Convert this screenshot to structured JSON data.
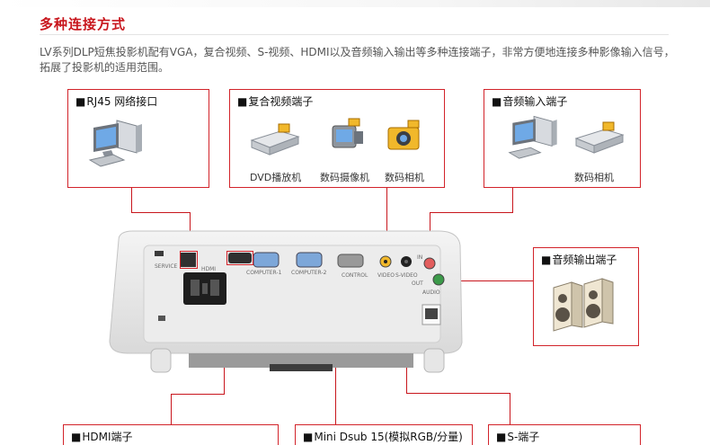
{
  "section_title": "多种连接方式",
  "description": "LV系列DLP短焦投影机配有VGA，复合视频、S-视频、HDMI以及音频输入输出等多种连接端子，非常方便地连接多种影像输入信号，拓展了投影机的适用范围。",
  "boxes": {
    "rj45": {
      "label": "RJ45 网络接口"
    },
    "composite": {
      "label": "复合视频端子",
      "devices": [
        "DVD播放机",
        "数码摄像机",
        "数码相机"
      ]
    },
    "audio_in": {
      "label": "音频输入端子",
      "devices": [
        "数码相机"
      ]
    },
    "audio_out": {
      "label": "音频输出端子"
    },
    "hdmi": {
      "label": "HDMI端子"
    },
    "dsub": {
      "label": "Mini Dsub 15(模拟RGB/分量)"
    },
    "svideo": {
      "label": "S-端子"
    }
  },
  "panel_labels": {
    "service": "SERVICE",
    "hdmi": "HDMI",
    "computer1": "COMPUTER-1",
    "computer2": "COMPUTER-2",
    "control": "CONTROL",
    "video": "VIDEO",
    "svideo": "S-VIDEO",
    "in": "IN",
    "out": "OUT",
    "audio": "AUDIO"
  },
  "colors": {
    "accent": "#c8161d",
    "border": "#d2232a"
  },
  "icons": [
    "computer-icon",
    "dvd-player-icon",
    "camcorder-icon",
    "digital-camera-icon",
    "speaker-icon",
    "projector-image"
  ]
}
